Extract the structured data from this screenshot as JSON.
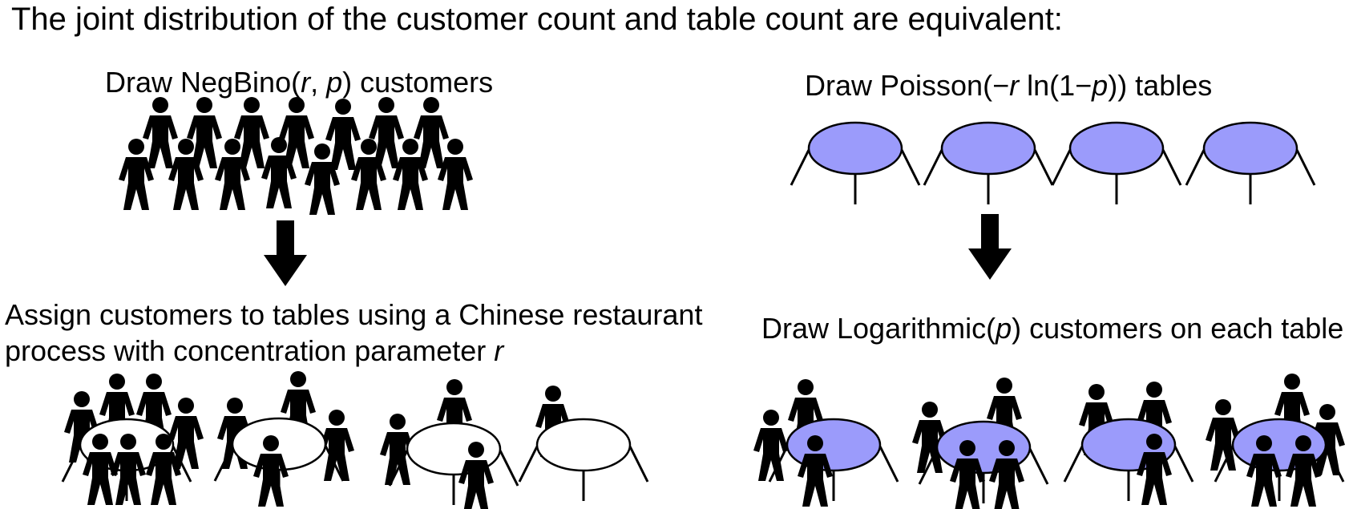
{
  "title": "The joint distribution of the customer count and table count are equivalent:",
  "left": {
    "step1": {
      "pre": "Draw NegBino(",
      "r": "r",
      "sep": ", ",
      "p": "p",
      "post": ") customers"
    },
    "step2": {
      "line1": "Assign customers to tables using a Chinese restaurant",
      "line2_pre": "process with concentration parameter ",
      "line2_r": "r"
    },
    "table_color": "#ffffff",
    "customers_in_crowd": 15,
    "tables": 4
  },
  "right": {
    "step1": {
      "pre": "Draw Poisson(",
      "minus": "−",
      "r": "r",
      "ln": " ln(1",
      "minus2": "−",
      "p": "p",
      "post": ")) tables"
    },
    "step2": {
      "pre": "Draw Logarithmic(",
      "p": "p",
      "post": ") customers on each table"
    },
    "table_color": "#9b9bfb",
    "tables": 4
  },
  "icons": {
    "arrow": "down-arrow-icon",
    "person": "person-icon",
    "table": "table-icon"
  }
}
